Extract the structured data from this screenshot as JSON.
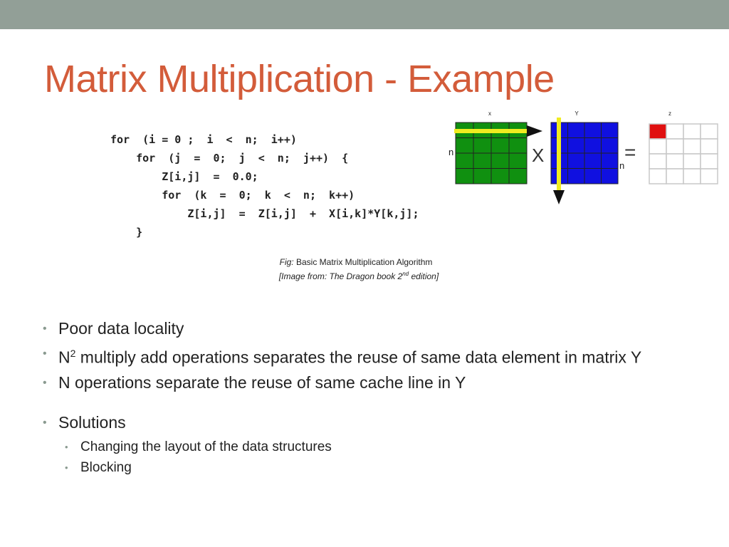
{
  "slide": {
    "title": "Matrix Multiplication - Example"
  },
  "code": {
    "lines": [
      "for  (i = 0 ;  i  <  n;  i++)",
      "    for  (j  =  0;  j  <  n;  j++)  {",
      "        Z[i,j]  =  0.0;",
      "        for  (k  =  0;  k  <  n;  k++)",
      "            Z[i,j]  =  Z[i,j]  +  X[i,k]*Y[k,j];",
      "    }"
    ]
  },
  "figure": {
    "label_x": "x",
    "label_y": "Y",
    "label_z": "z",
    "label_n_left": "n",
    "label_n_right": "n",
    "op_times": "X",
    "op_equals": "=",
    "colors": {
      "matrix_x": "#109010",
      "matrix_y": "#1010e0",
      "matrix_z_cell": "#e01010",
      "highlight": "#f0ec20",
      "grid_empty": "#c8c8c8"
    }
  },
  "caption": {
    "fig_label": "Fig:",
    "fig_text": " Basic Matrix Multiplication Algorithm",
    "source_prefix": "[Image from: The Dragon book 2",
    "source_sup": "nd",
    "source_suffix": " edition]"
  },
  "bullets": {
    "b1": "Poor data locality",
    "b2_pre": "N",
    "b2_sup": "2",
    "b2_post": " multiply add operations separates the reuse of same data element in matrix Y",
    "b3": "N operations separate the reuse of same cache line in Y",
    "b4": "Solutions",
    "sub1": "Changing the layout of the data structures",
    "sub2": "Blocking"
  }
}
